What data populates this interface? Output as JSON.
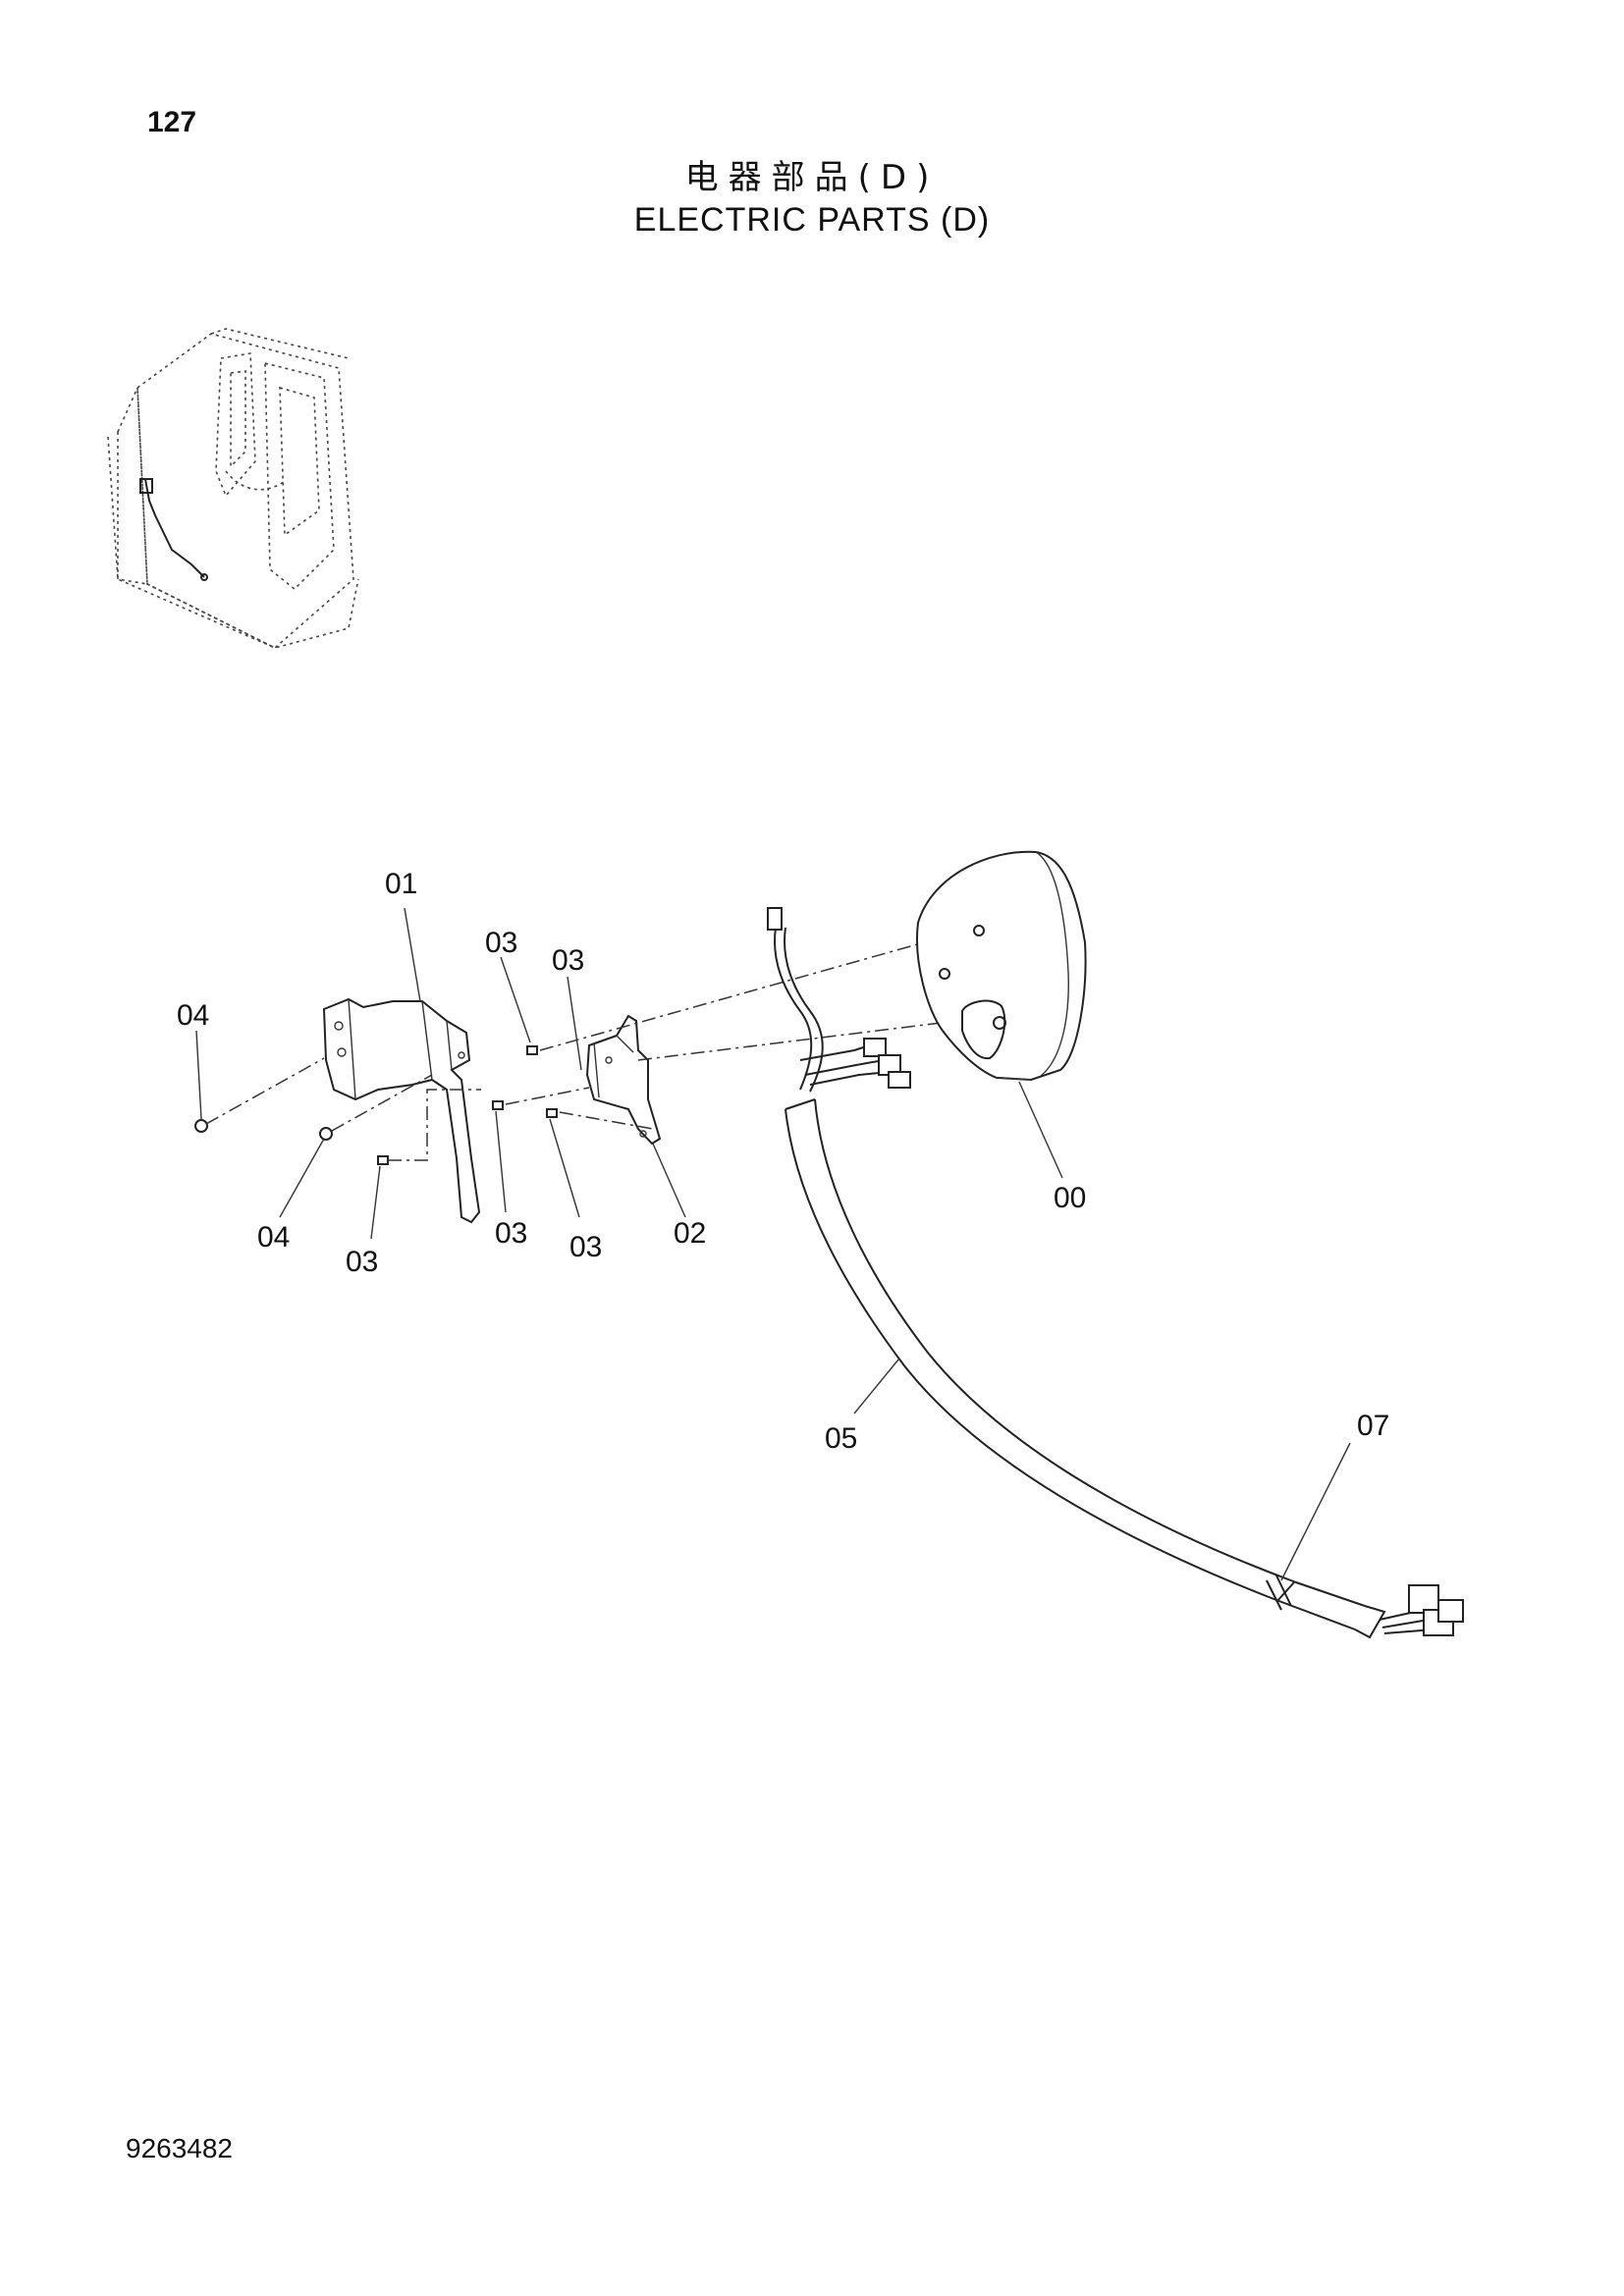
{
  "header": {
    "page_number": "127",
    "title_cn": "电器部品(D)",
    "title_en": "ELECTRIC PARTS (D)"
  },
  "footer": {
    "doc_number": "9263482"
  },
  "callouts": [
    {
      "id": "c01",
      "text": "01"
    },
    {
      "id": "c03a",
      "text": "03"
    },
    {
      "id": "c03b",
      "text": "03"
    },
    {
      "id": "c04a",
      "text": "04"
    },
    {
      "id": "c04b",
      "text": "04"
    },
    {
      "id": "c03c",
      "text": "03"
    },
    {
      "id": "c03d",
      "text": "03"
    },
    {
      "id": "c03e",
      "text": "03"
    },
    {
      "id": "c02",
      "text": "02"
    },
    {
      "id": "c00",
      "text": "00"
    },
    {
      "id": "c05",
      "text": "05"
    },
    {
      "id": "c07",
      "text": "07"
    }
  ]
}
